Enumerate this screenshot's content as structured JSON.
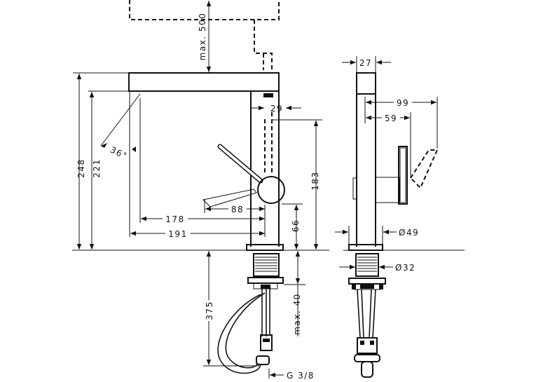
{
  "front_view": {
    "labels": {
      "max500": "max. 500",
      "d248": "248",
      "d221": "221",
      "angle": "36°",
      "d178": "178",
      "d191": "191",
      "d88": "88",
      "d29": "29",
      "d183": "183",
      "d66": "66",
      "d375": "375",
      "max40": "max. 40",
      "thread": "G 3/8"
    }
  },
  "side_view": {
    "labels": {
      "d27": "27",
      "d99": "99",
      "d59": "59",
      "dia49": "Ø49",
      "dia32": "Ø32"
    }
  }
}
